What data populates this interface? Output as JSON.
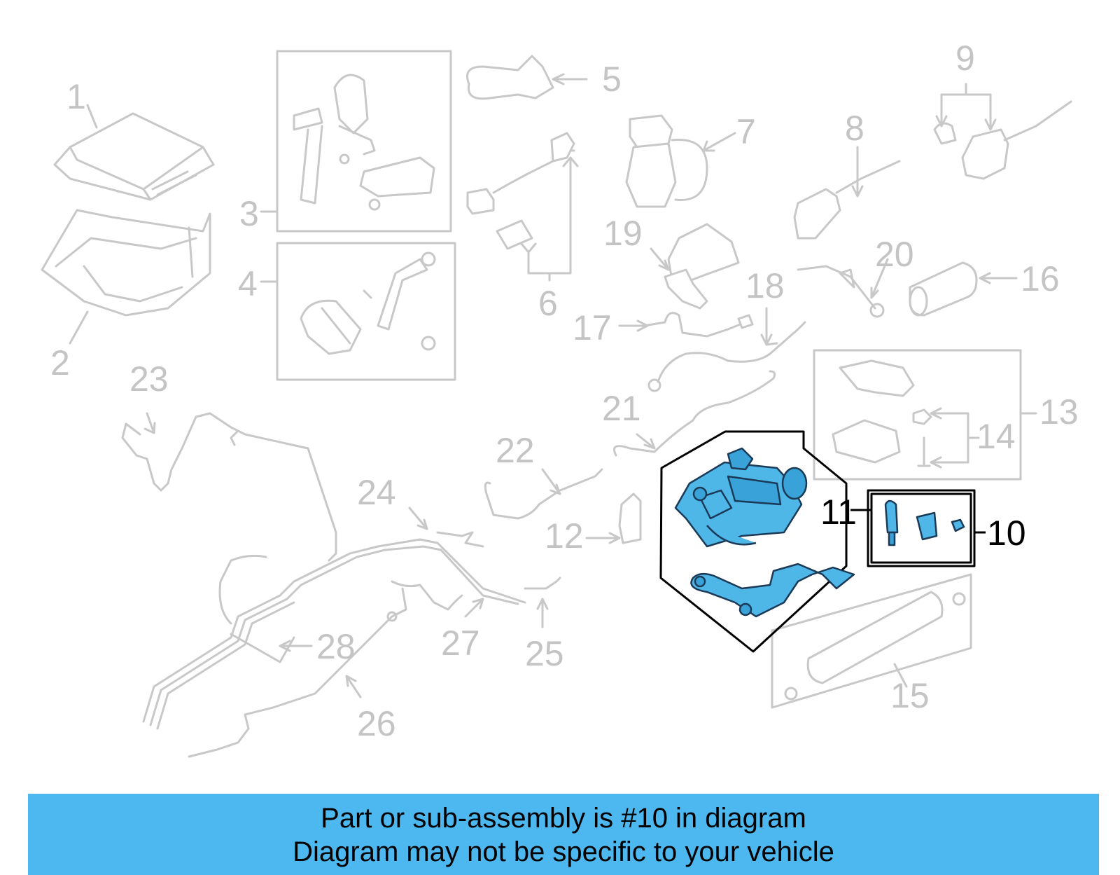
{
  "diagram": {
    "labels": [
      "1",
      "2",
      "3",
      "4",
      "5",
      "6",
      "7",
      "8",
      "9",
      "10",
      "11",
      "12",
      "13",
      "14",
      "15",
      "16",
      "17",
      "18",
      "19",
      "20",
      "21",
      "22",
      "23",
      "24",
      "25",
      "26",
      "27",
      "28"
    ],
    "highlighted": [
      "10",
      "11"
    ]
  },
  "banner": {
    "line1": "Part or sub-assembly is #10 in diagram",
    "line2": "Diagram may not be specific to your vehicle",
    "color": "#4db8ef"
  },
  "colors": {
    "part_grey": "#c8c8c8",
    "highlight_blue": "#4fb6e8",
    "outline_black": "#000000"
  }
}
